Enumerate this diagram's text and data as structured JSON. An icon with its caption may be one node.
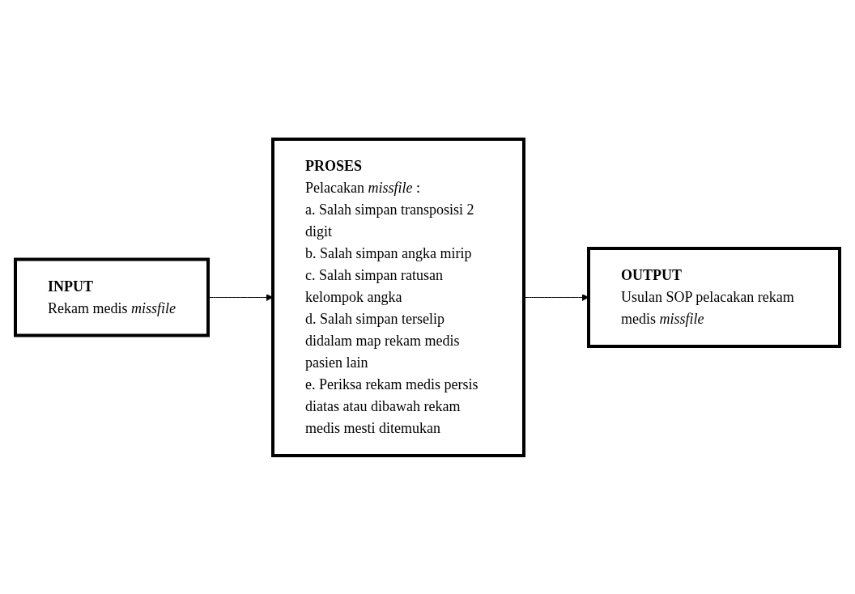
{
  "diagram": {
    "nodes": [
      {
        "text": [
          "INPUT",
          "Rekam medis *missfile*"
        ]
      },
      {
        "text": [
          "PROSES",
          "Pelacakan *missfile* :",
          "a. Salah simpan transposisi 2 digit",
          "b. Salah simpan angka mirip",
          "c. Salah simpan ratusan kelompok angka",
          "d. Salah simpan terselip didalam map rekam medis pasien lain",
          "e. Periksa rekam medis persis diatas atau dibawah rekam medis mesti ditemukan"
        ]
      },
      {
        "text": [
          "OUTPUT",
          "Usulan SOP pelacakan rekam medis *missfile*"
        ]
      }
    ],
    "edges": [
      {
        "from": 0,
        "to": 1,
        "arrow": "to"
      },
      {
        "from": 1,
        "to": 2,
        "arrow": "to"
      }
    ]
  }
}
